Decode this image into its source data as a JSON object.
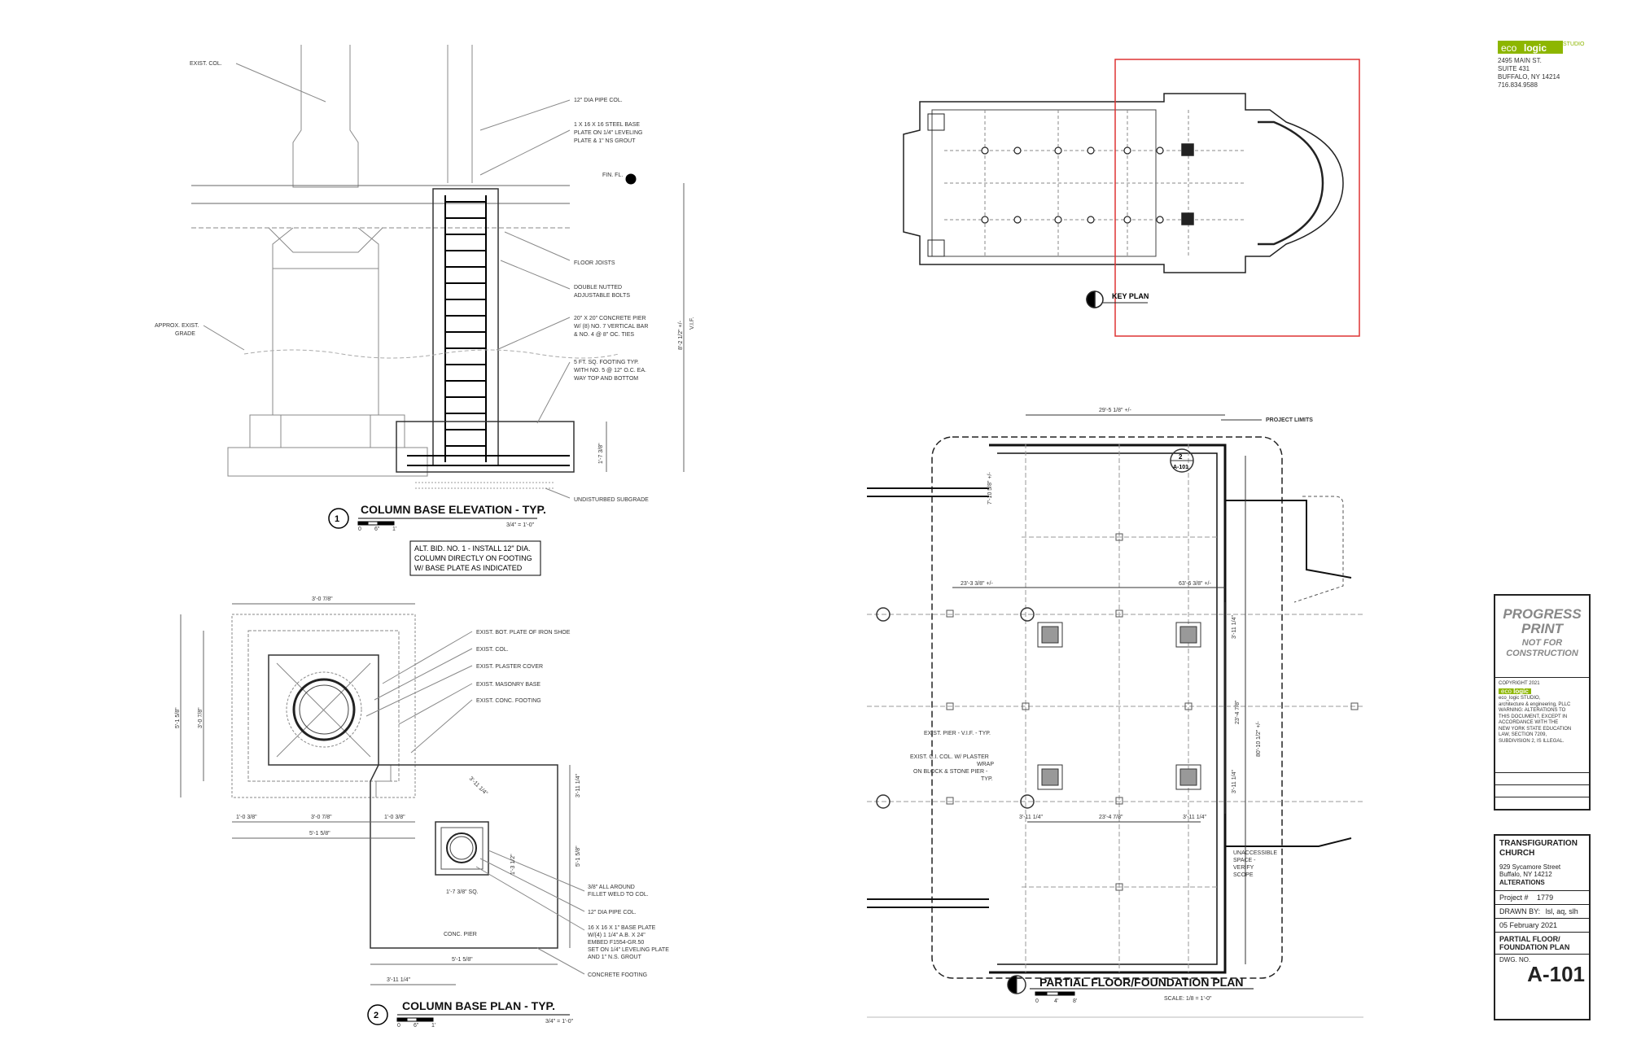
{
  "detail1": {
    "number": "1",
    "title": "COLUMN BASE ELEVATION - TYP.",
    "scale": "3/4\" = 1'-0\"",
    "scalebar_ticks": [
      "0",
      "6\"",
      "1'"
    ],
    "labels": {
      "exist_col": "EXIST. COL.",
      "pipe_col": "12\" DIA PIPE COL.",
      "base_plate_1": "1 X 16 X 16 STEEL BASE",
      "base_plate_2": "PLATE ON 1/4\" LEVELING",
      "base_plate_3": "PLATE & 1\" NS GROUT",
      "fin_fl": "FIN. FL.",
      "floor_joists": "FLOOR JOISTS",
      "double_nutted_1": "DOUBLE NUTTED",
      "double_nutted_2": "ADJUSTABLE BOLTS",
      "pier_1": "20\" X 20\" CONCRETE PIER",
      "pier_2": "W/ (8) NO. 7 VERTICAL BAR",
      "pier_3": "& NO. 4 @ 8\" OC. TIES",
      "footing_1": "5 FT. SQ. FOOTING TYP.",
      "footing_2": "WITH NO. 5 @ 12\" O.C. EA.",
      "footing_3": "WAY TOP AND BOTTOM",
      "approx_grade_1": "APPROX. EXIST.",
      "approx_grade_2": "GRADE",
      "subgrade": "UNDISTURBED SUBGRADE",
      "dim_height": "8'-2 1/2\" +/-",
      "vif": "V.I.F.",
      "dim_footing": "1'-7 3/8\""
    },
    "alt_bid": {
      "line1": "ALT. BID. NO. 1 - INSTALL 12\" DIA.",
      "line2": "COLUMN DIRECTLY ON FOOTING",
      "line3": "W/ BASE PLATE AS INDICATED"
    }
  },
  "detail2": {
    "number": "2",
    "title": "COLUMN BASE PLAN - TYP.",
    "scale": "3/4\" = 1'-0\"",
    "scalebar_ticks": [
      "0",
      "6\"",
      "1'"
    ],
    "labels": {
      "bot_plate": "EXIST. BOT. PLATE OF IRON SHOE",
      "exist_col": "EXIST. COL.",
      "plaster": "EXIST. PLASTER COVER",
      "masonry": "EXIST. MASONRY BASE",
      "conc_footing": "EXIST. CONC. FOOTING",
      "fillet_1": "3/8\" ALL AROUND",
      "fillet_2": "FILLET WELD TO COL.",
      "pipe_col": "12\" DIA PIPE COL.",
      "bp_1": "16 X 16 X 1\" BASE PLATE",
      "bp_2": "W/(4) 1 1/4\" A.B. X 24\"",
      "bp_3": "EMBED F1554-GR.50",
      "bp_4": "SET ON 1/4\" LEVELING PLATE",
      "bp_5": "AND 1\" N.S. GROUT",
      "concrete_footing": "CONCRETE FOOTING",
      "conc_pier": "CONC. PIER",
      "d_top": "3'-0 7/8\"",
      "d_left_outer": "5'-1 5/8\"",
      "d_left_inner": "3'-0 7/8\"",
      "d_bot_a": "1'-0 3/8\"",
      "d_bot_b": "3'-0 7/8\"",
      "d_bot_c": "1'-0 3/8\"",
      "d_bot_total": "5'-1 5/8\"",
      "d_diag": "3'-11 1/4\"",
      "d_right_a": "3'-11 1/4\"",
      "d_right_b": "5'-1 5/8\"",
      "d_pier_v": "1'-3 1/2\"",
      "d_pier_sq": "1'-7 3/8\" SQ.",
      "d_foot": "5'-1 5/8\"",
      "d_foot2": "3'-11 1/4\""
    }
  },
  "key_plan": {
    "title": "KEY PLAN"
  },
  "partial_plan": {
    "title": "PARTIAL FLOOR/FOUNDATION PLAN",
    "scale": "SCALE: 1/8 = 1'-0\"",
    "scalebar_ticks": [
      "0",
      "4'",
      "8'"
    ],
    "labels": {
      "project_limits": "PROJECT LIMITS",
      "dim_top": "29'-5 1/8\" +/-",
      "dim_a": "23'-3 3/8\" +/-",
      "dim_b": "63'-6 3/8\" +/-",
      "dim_c": "7'-10 5/8\" +/-",
      "dim_d": "23'-4 7/8\"",
      "dim_e": "80'-10 1/2\" +/-",
      "dim_f": "3'-11 1/4\"",
      "dim_g": "23'-4 7/8\"",
      "dim_h": "3'-11 1/4\"",
      "dim_i": "3'-11 1/4\"",
      "dim_j": "3'-11 1/4\"",
      "pier_note": "EXIST. PIER - V.I.F. - TYP.",
      "col_note_1": "EXIST. C.I. COL. W/ PLASTER",
      "col_note_2": "WRAP",
      "col_note_3": "ON BLOCK & STONE PIER -",
      "col_note_4": "TYP.",
      "inacc_1": "UNACCESSIBLE",
      "inacc_2": "SPACE -",
      "inacc_3": "VERIFY",
      "inacc_4": "SCOPE",
      "callout_num": "2",
      "callout_sheet": "A-101"
    }
  },
  "firm": {
    "logo_a": "eco",
    "logo_b": "logic",
    "logo_c": "STUDIO",
    "address1": "2495 MAIN ST.",
    "address2": "SUITE 431",
    "address3": "BUFFALO, NY 14214",
    "phone": "716.834.9588",
    "accent": "#8DB600"
  },
  "stamp": {
    "line1": "PROGRESS",
    "line2": "PRINT",
    "line3": "NOT FOR",
    "line4": "CONSTRUCTION",
    "copyright": "COPYRIGHT 2021",
    "c1": "eco_logic STUDIO,",
    "c2": "architecture & engineering, PLLC",
    "c3": "WARNING: ALTERATIONS TO",
    "c4": "THIS DOCUMENT, EXCEPT IN",
    "c5": "ACCORDANCE WITH THE",
    "c6": "NEW YORK STATE EDUCATION",
    "c7": "LAW, SECTION 7209,",
    "c8": "SUBDIVISION 2, IS ILLEGAL."
  },
  "title_block": {
    "project_name_1": "TRANSFIGURATION",
    "project_name_2": "CHURCH",
    "address1": "929 Sycamore Street",
    "address2": "Buffalo, NY 14212",
    "scope": "ALTERATIONS",
    "project_label": "Project #",
    "project_number": "1779",
    "drawn_label": "DRAWN BY:",
    "drawn_value": "lsl, aq, slh",
    "date": "05 February 2021",
    "sheet_title_1": "PARTIAL FLOOR/",
    "sheet_title_2": "FOUNDATION PLAN",
    "dwg_label": "DWG. NO.",
    "dwg_number": "A-101"
  }
}
